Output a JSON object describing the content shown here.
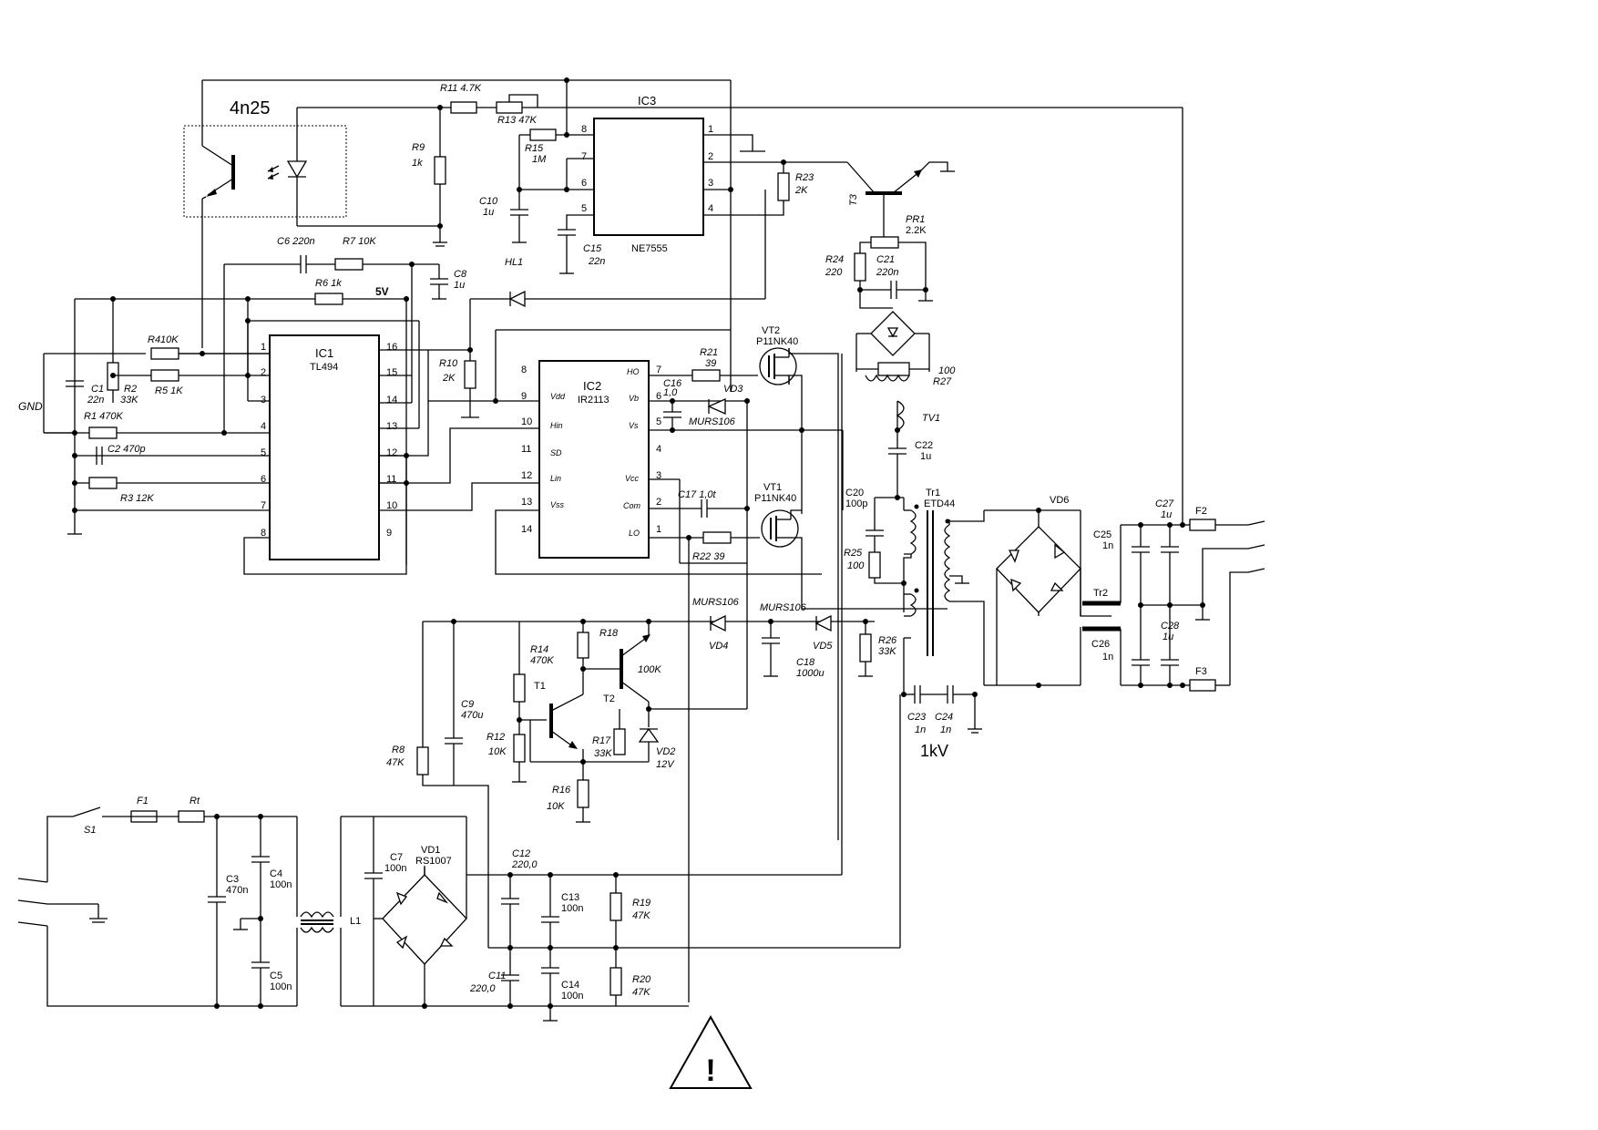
{
  "optocoupler": {
    "name": "4n25"
  },
  "ics": {
    "ic1": {
      "ref": "IC1",
      "type": "TL494",
      "pins_left": [
        "1",
        "2",
        "3",
        "4",
        "5",
        "6",
        "7",
        "8"
      ],
      "pins_right": [
        "16",
        "15",
        "14",
        "13",
        "12",
        "11",
        "10",
        "9"
      ]
    },
    "ic2": {
      "ref": "IC2",
      "type": "IR2113",
      "pins_left": [
        "8",
        "9",
        "10",
        "11",
        "12",
        "13",
        "14"
      ],
      "pin_names_left": [
        "Vdd",
        "Hin",
        "SD",
        "Lin",
        "Vss"
      ],
      "pins_right": [
        "7",
        "6",
        "5",
        "4",
        "3",
        "2",
        "1"
      ],
      "pin_names_right": [
        "HO",
        "Vb",
        "Vs",
        "Vcc",
        "Com",
        "LO"
      ]
    },
    "ic3": {
      "ref": "IC3",
      "type": "NE7555",
      "pins_left": [
        "8",
        "7",
        "6",
        "5"
      ],
      "pins_right": [
        "1",
        "2",
        "3",
        "4"
      ]
    }
  },
  "resistors": {
    "r1": "R1  470K",
    "r2_ref": "R2",
    "r2_val": "33K",
    "r3": "R3 12K",
    "r4": "R410K",
    "r5": "R5  1K",
    "r6": "R6  1k",
    "r7": "R7  10K",
    "r8_ref": "R8",
    "r8_val": "47K",
    "r9_ref": "R9",
    "r9_val": "1k",
    "r10_ref": "R10",
    "r10_val": "2K",
    "r11": "R11  4.7K",
    "r12_ref": "R12",
    "r12_val": "10K",
    "r13": "R13  47K",
    "r14_ref": "R14",
    "r14_val": "470K",
    "r15_ref": "R15",
    "r15_val": "1M",
    "r16_ref": "R16",
    "r16_val": "10K",
    "r17_ref": "R17",
    "r17_val": "33K",
    "r18": "R18",
    "r19_ref": "R19",
    "r19_val": "47K",
    "r20_ref": "R20",
    "r20_val": "47K",
    "r21_ref": "R21",
    "r21_val": "39",
    "r22": "R22  39",
    "r23_ref": "R23",
    "r23_val": "2K",
    "r24_ref": "R24",
    "r24_val": "220",
    "r25_ref": "R25",
    "r25_val": "100",
    "r26_ref": "R26",
    "r26_val": "33K",
    "r27_val": "100",
    "r27_ref": "R27",
    "pr1_ref": "PR1",
    "pr1_val": "2.2K",
    "t2_r": "100K",
    "rt": "Rt"
  },
  "capacitors": {
    "c1_ref": "C1",
    "c1_val": "22n",
    "c2": "C2   470p",
    "c3_ref": "C3",
    "c3_val": "470n",
    "c4_ref": "C4",
    "c4_val": "100n",
    "c5_ref": "C5",
    "c5_val": "100n",
    "c6": "C6   220n",
    "c7_ref": "C7",
    "c7_val": "100n",
    "c8_ref": "C8",
    "c8_val": "1u",
    "c9_ref": "C9",
    "c9_val": "470u",
    "c10_ref": "C10",
    "c10_val": "1u",
    "c11_ref": "C11",
    "c11_val": "220,0",
    "c12_ref": "C12",
    "c12_val": "220,0",
    "c13_ref": "C13",
    "c13_val": "100n",
    "c14_ref": "C14",
    "c14_val": "100n",
    "c15_ref": "C15",
    "c15_val": "22n",
    "c16": "C16",
    "c16_val": "1,0",
    "c17": "C17 1,0t",
    "c18_ref": "C18",
    "c18_val": "1000u",
    "c20_ref": "C20",
    "c20_val": "100p",
    "c21_ref": "C21",
    "c21_val": "220n",
    "c22_ref": "C22",
    "c22_val": "1u",
    "c23_ref": "C23",
    "c23_val": "1n",
    "c24_ref": "C24",
    "c24_val": "1n",
    "c25_ref": "C25",
    "c25_val": "1n",
    "c26_ref": "C26",
    "c26_val": "1n",
    "c27_ref": "C27",
    "c27_val": "1u",
    "c28_ref": "C28",
    "c28_val": "1u"
  },
  "semis": {
    "vt1_ref": "VT1",
    "vt1_val": "P11NK40",
    "vt2_ref": "VT2",
    "vt2_val": "P11NK40",
    "t1": "T1",
    "t2": "T2",
    "t3": "T3",
    "vd1_ref": "VD1",
    "vd1_val": "RS1007",
    "vd2_ref": "VD2",
    "vd2_val": "12V",
    "vd3_ref": "VD3",
    "vd3_val": "MURS106",
    "vd4_val": "MURS106",
    "vd4_ref": "VD4",
    "vd5_val": "MURS106",
    "vd5_ref": "VD5",
    "vd6_ref": "VD6",
    "hl1": "HL1"
  },
  "magnetics": {
    "tr1_ref": "Tr1",
    "tr1_val": "ETD44",
    "tr2": "Tr2",
    "tv1": "TV1",
    "l1": "L1",
    "f1": "F1",
    "f2": "F2",
    "f3": "F3",
    "s1": "S1"
  },
  "labels": {
    "gnd": "GND",
    "v5": "5V",
    "kv": "1kV",
    "warning": "!"
  }
}
